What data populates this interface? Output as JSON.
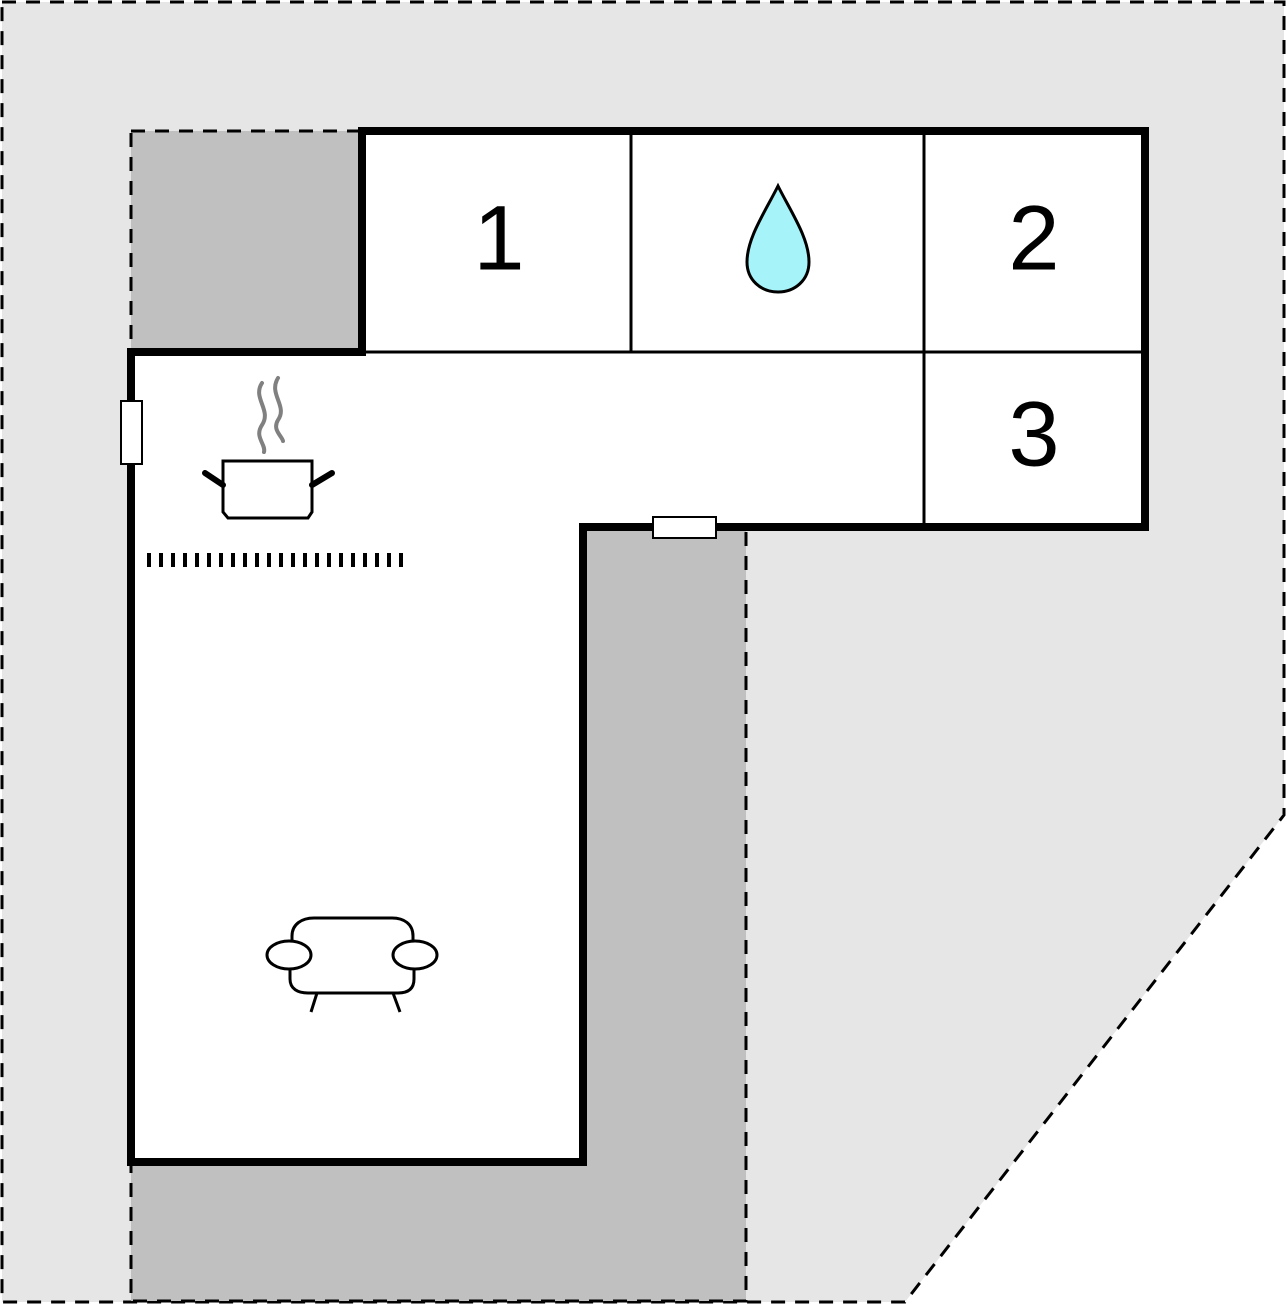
{
  "floor_plan": {
    "rooms": [
      {
        "id": "bedroom-1",
        "number": "1"
      },
      {
        "id": "bathroom",
        "icon": "water-drop-icon"
      },
      {
        "id": "bedroom-2",
        "number": "2"
      },
      {
        "id": "bedroom-3",
        "number": "3"
      },
      {
        "id": "kitchen",
        "icon": "cooking-pot-icon"
      },
      {
        "id": "living-room",
        "icon": "sofa-icon"
      }
    ],
    "colors": {
      "plot": "#e6e6e6",
      "terrace": "#c0c0c0",
      "wall": "#000000",
      "floor": "#ffffff",
      "water_drop": "#a6f4f9",
      "steam": "#808080"
    }
  }
}
